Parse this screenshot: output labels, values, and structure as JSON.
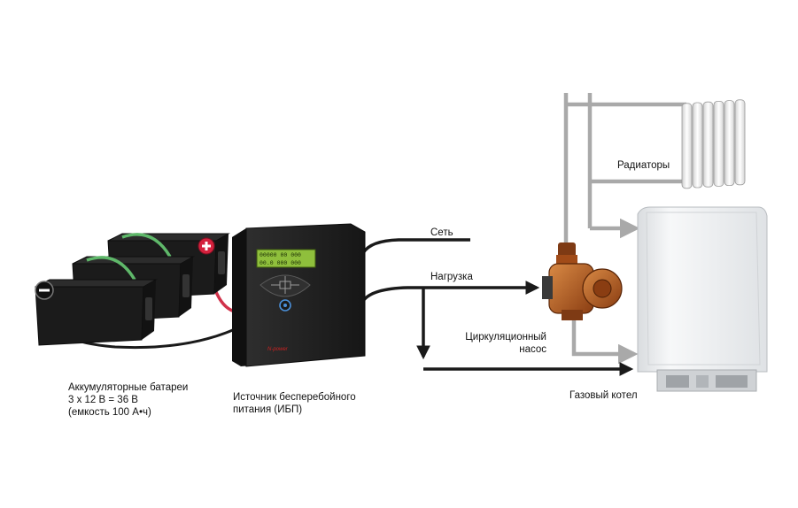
{
  "labels": {
    "mains": "Сеть",
    "load": "Нагрузка",
    "radiators": "Радиаторы",
    "pump": [
      "Циркуляционный",
      "насос"
    ],
    "boiler": "Газовый котел",
    "batteries": [
      "Аккумуляторные батареи",
      "3 х 12 В = 36 В",
      "(емкость 100 А•ч)"
    ],
    "ups": [
      "Источник бесперебойного",
      "питания (ИБП)"
    ]
  },
  "ups_display": [
    "00000 00 000",
    "00.0 000 000"
  ],
  "ups_brand": "N-power",
  "battery_count": 3,
  "radiator_sections": 6,
  "colors": {
    "pipe": "#a9a9a9",
    "cable": "#1a1a1a",
    "battery": "#1b1b1b",
    "battery_wire": "#5fb86a",
    "positive_wire": "#d0314a",
    "terminal_positive": "#d4213d",
    "pump_body": "#b5561e",
    "ups_body": "#222222",
    "ups_display": "#8fbf3c",
    "boiler": "#eceef0"
  }
}
